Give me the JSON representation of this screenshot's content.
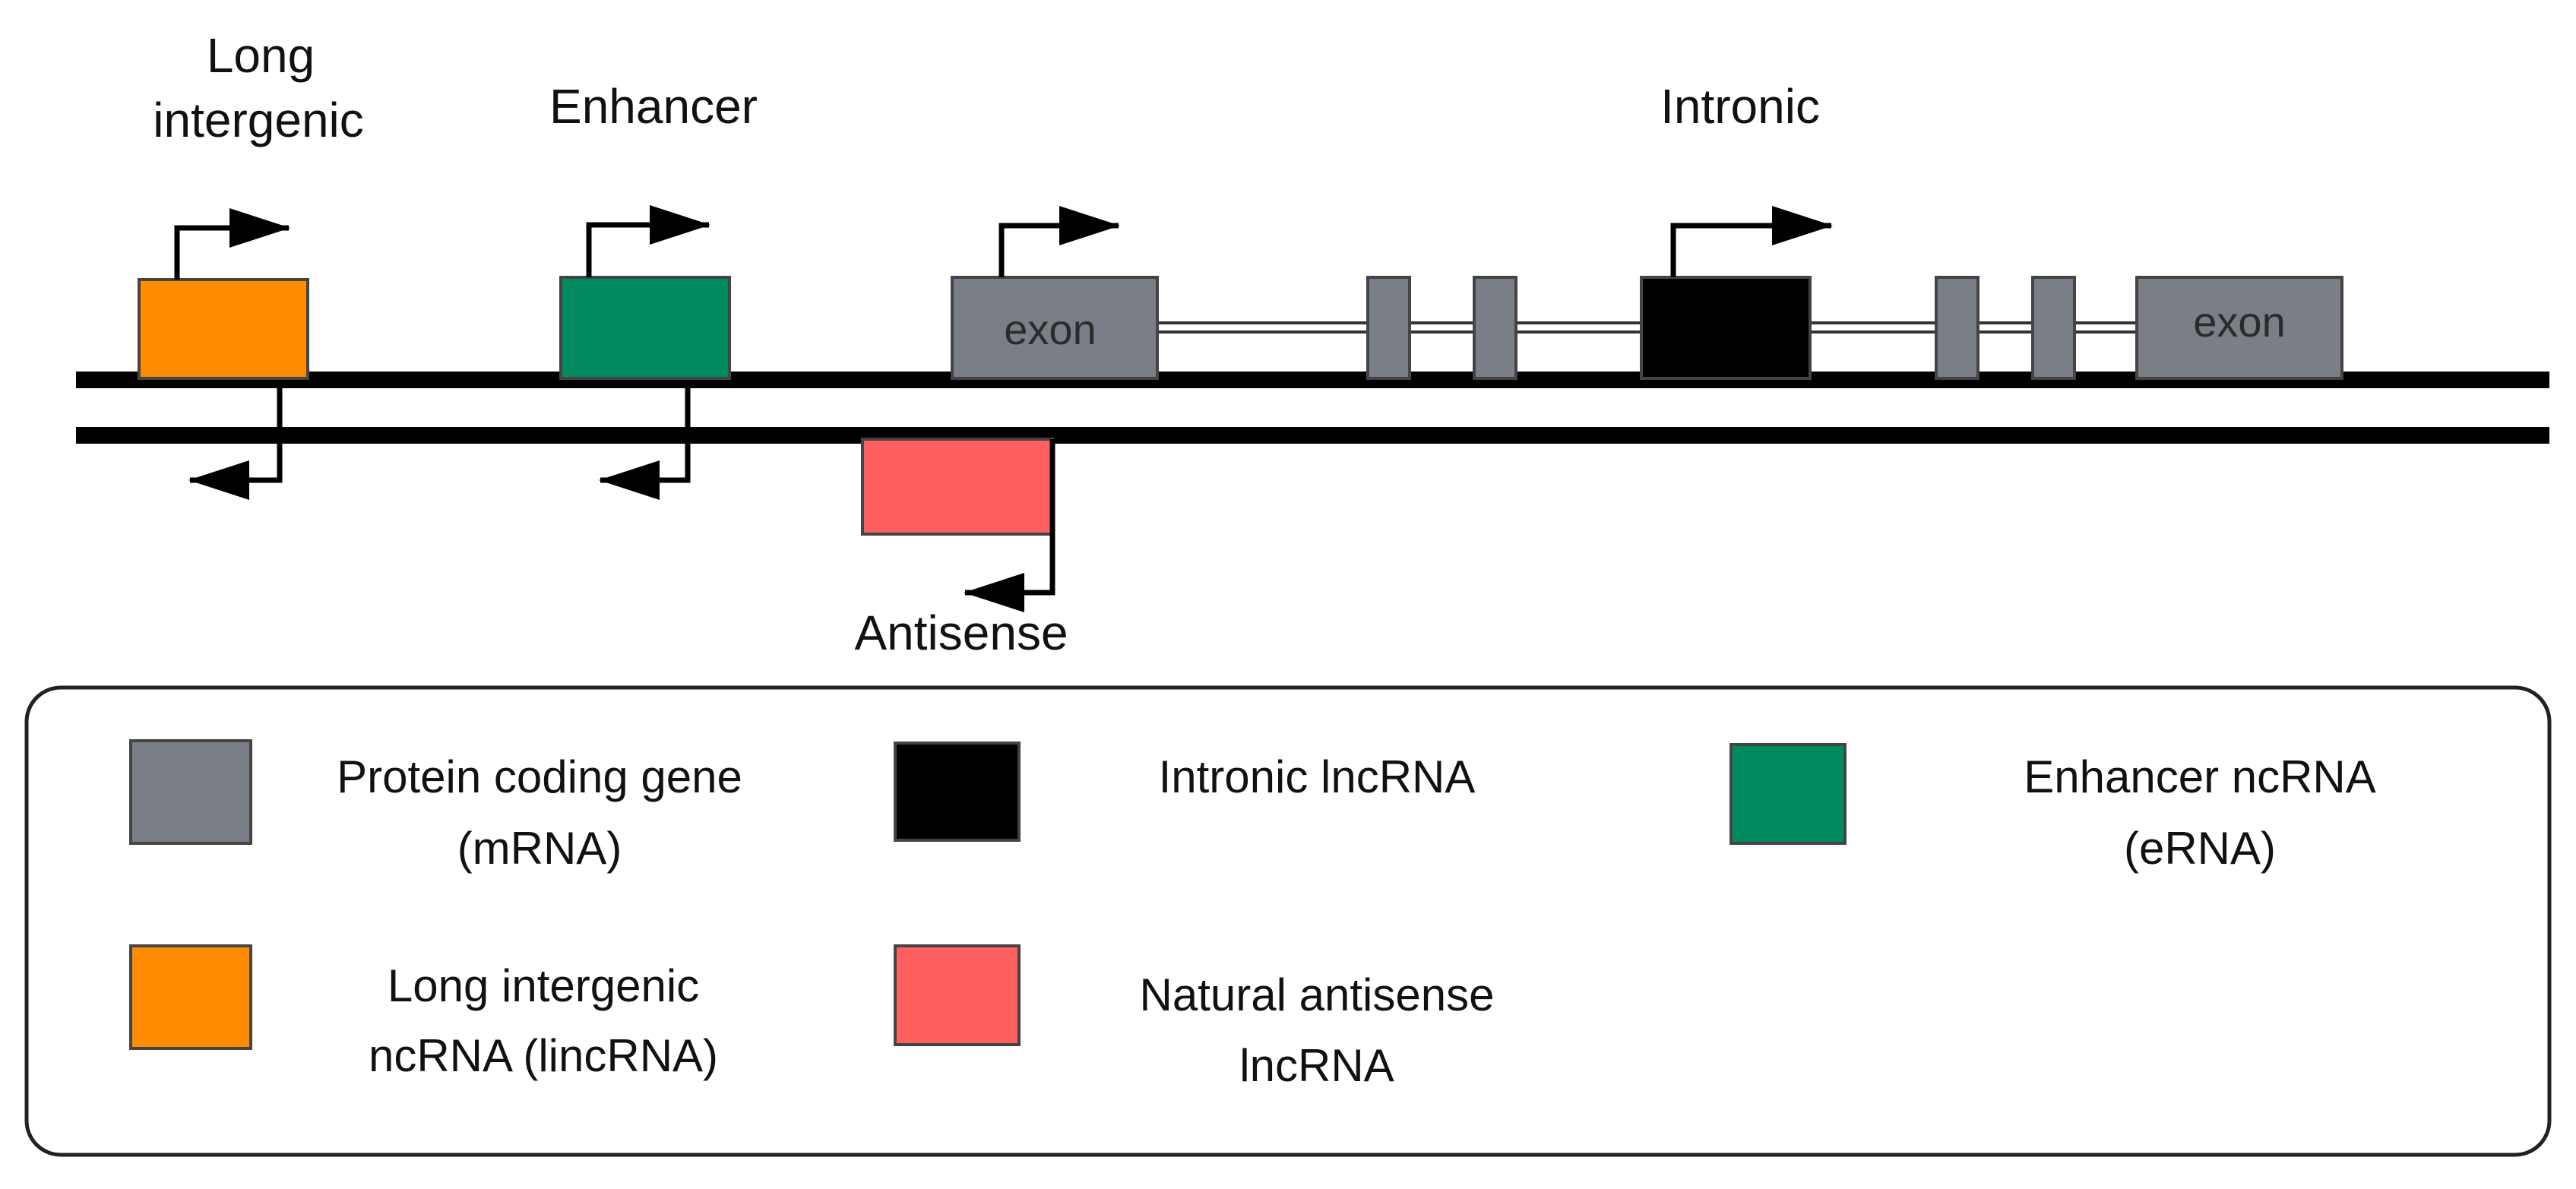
{
  "colors": {
    "protein_coding": "#7a7e86",
    "intronic": "#000000",
    "enhancer": "#008a60",
    "lincrna": "#ff8c00",
    "antisense": "#ff5f5f",
    "strand": "#000000"
  },
  "labels": {
    "long_intergenic_line1": "Long",
    "long_intergenic_line2": "intergenic",
    "enhancer": "Enhancer",
    "intronic": "Intronic",
    "antisense": "Antisense",
    "exon_left": "exon",
    "exon_right": "exon"
  },
  "legend": {
    "protein_coding_line1": "Protein coding gene",
    "protein_coding_line2": "(mRNA)",
    "intronic": "Intronic lncRNA",
    "enhancer_line1": "Enhancer ncRNA",
    "enhancer_line2": "(eRNA)",
    "lincrna_line1": "Long intergenic",
    "lincrna_line2": "ncRNA (lincRNA)",
    "antisense_line1": "Natural antisense",
    "antisense_line2": "lncRNA"
  }
}
